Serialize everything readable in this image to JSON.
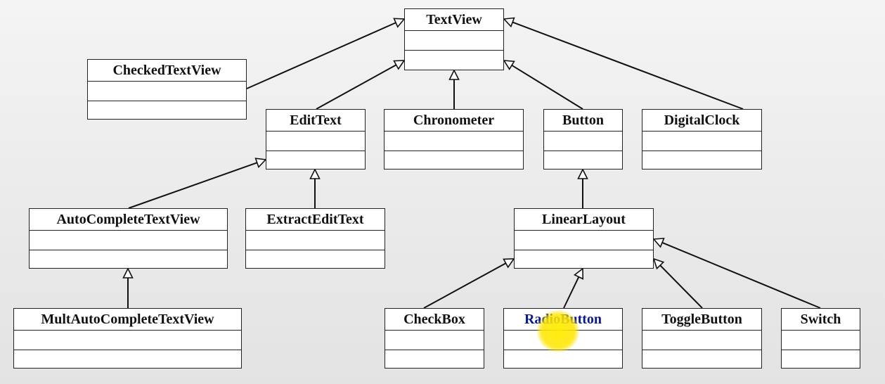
{
  "classes": {
    "textview": "TextView",
    "checkedtextview": "CheckedTextView",
    "edittext": "EditText",
    "chronometer": "Chronometer",
    "button": "Button",
    "digitalclock": "DigitalClock",
    "autocompletetextview": "AutoCompleteTextView",
    "extractedittext": "ExtractEditText",
    "linearlayout": "LinearLayout",
    "multautocompletetextview": "MultAutoCompleteTextView",
    "checkbox": "CheckBox",
    "radiobutton": "RadioButton",
    "togglebutton": "ToggleButton",
    "switch": "Switch"
  },
  "colors": {
    "line": "#111111",
    "box_border": "#222222",
    "highlight": "#ffe600"
  },
  "inheritance": [
    [
      "checkedtextview",
      "textview"
    ],
    [
      "edittext",
      "textview"
    ],
    [
      "chronometer",
      "textview"
    ],
    [
      "button",
      "textview"
    ],
    [
      "digitalclock",
      "textview"
    ],
    [
      "autocompletetextview",
      "edittext"
    ],
    [
      "extractedittext",
      "edittext"
    ],
    [
      "linearlayout",
      "button"
    ],
    [
      "multautocompletetextview",
      "autocompletetextview"
    ],
    [
      "checkbox",
      "linearlayout"
    ],
    [
      "radiobutton",
      "linearlayout"
    ],
    [
      "togglebutton",
      "linearlayout"
    ],
    [
      "switch",
      "linearlayout"
    ]
  ]
}
